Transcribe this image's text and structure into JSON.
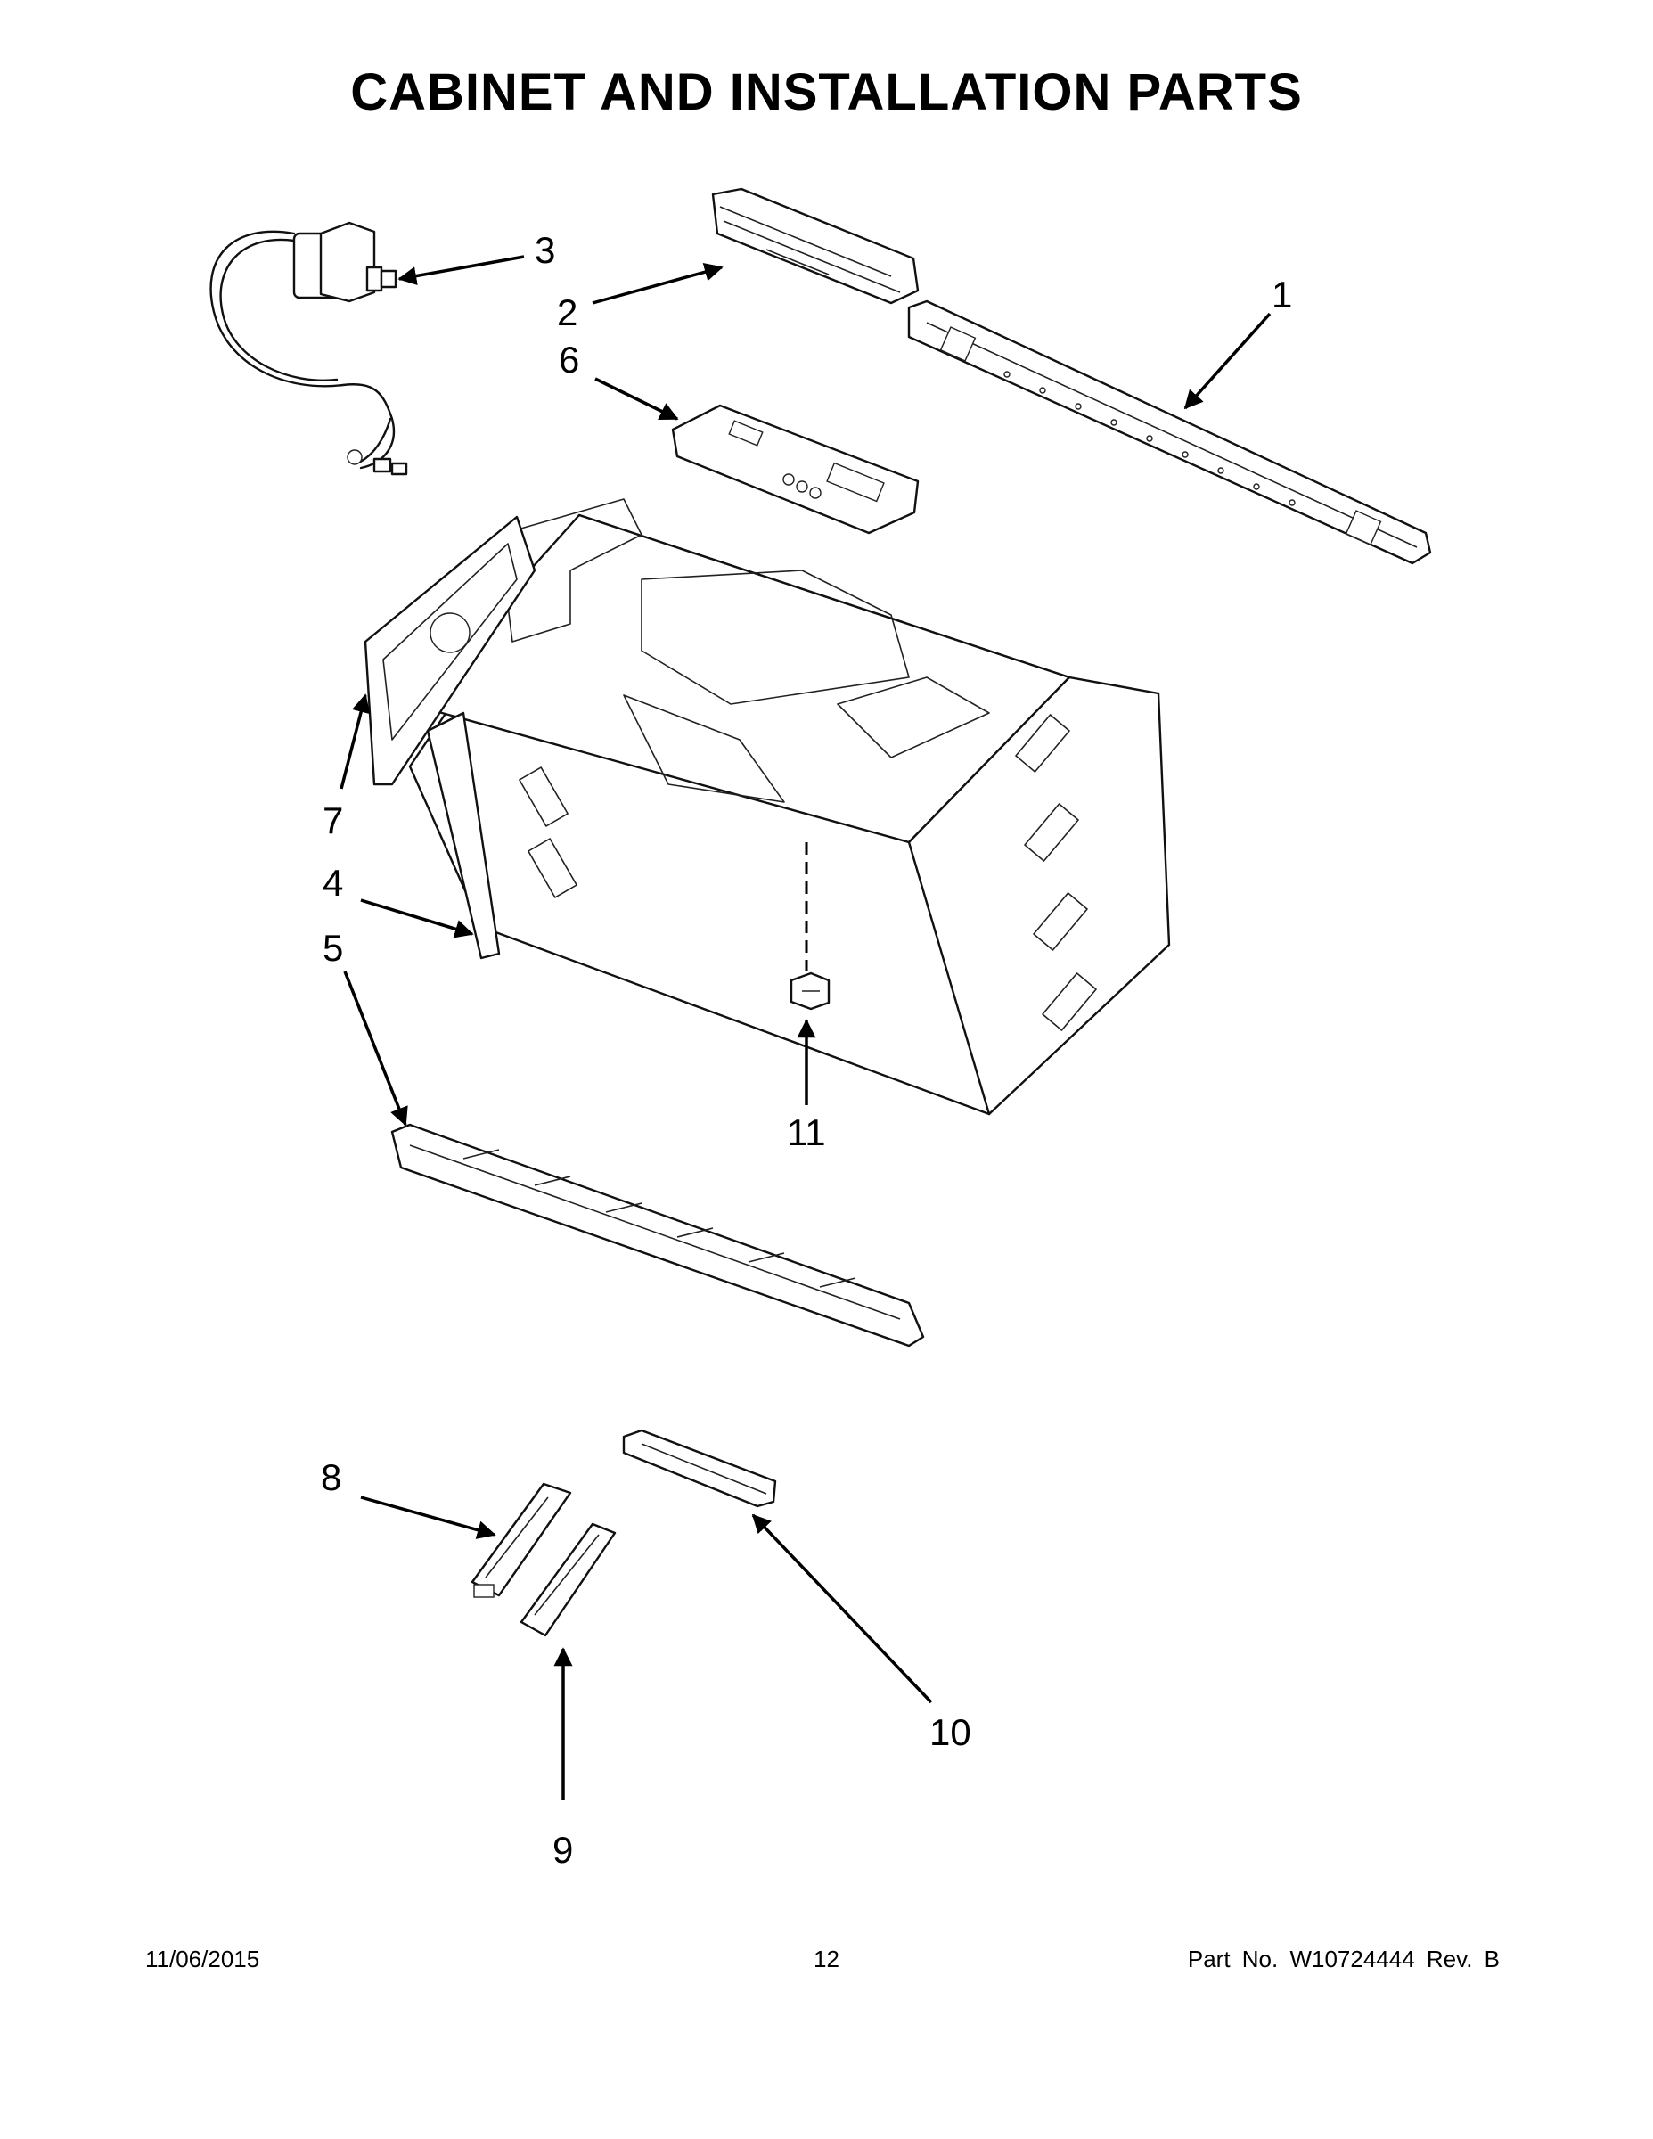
{
  "title": "CABINET AND INSTALLATION PARTS",
  "callouts": {
    "c1": "1",
    "c2": "2",
    "c3": "3",
    "c4": "4",
    "c5": "5",
    "c6": "6",
    "c7": "7",
    "c8": "8",
    "c9": "9",
    "c10": "10",
    "c11": "11"
  },
  "footer": {
    "date": "11/06/2015",
    "page": "12",
    "part": "Part No.  W10724444  Rev.  B"
  }
}
